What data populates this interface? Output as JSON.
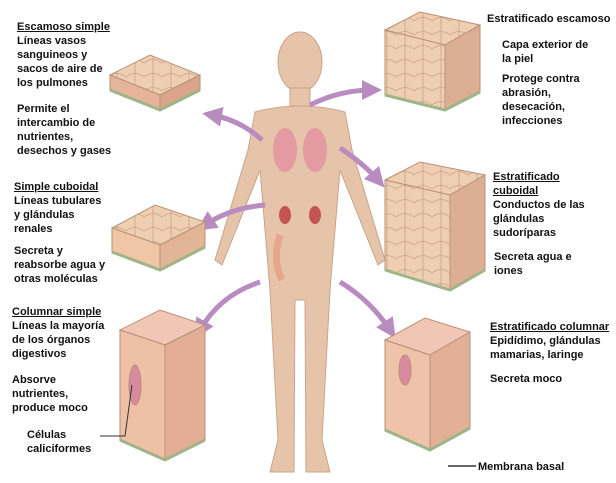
{
  "colors": {
    "arrow": "#b98cc0",
    "skin": "#e8c9b0",
    "tissue": "#efc7a6",
    "basal": "#b9c7a0"
  },
  "panels": {
    "simple_squamous": {
      "title": "Escamoso simple",
      "location": "Líneas vasos\nsanguineos y\nsacos de aire de\nlos pulmones",
      "function": "Permite el\nintercambio de\nnutrientes,\ndesechos y gases"
    },
    "stratified_squamous": {
      "title": "Estratificado escamoso",
      "location": "Capa exterior de\nla piel",
      "function": "Protege contra\nabrasión,\ndesecación,\ninfecciones"
    },
    "simple_cuboidal": {
      "title": "Simple cuboidal",
      "location": "Líneas tubulares\ny glándulas\nrenales",
      "function": "Secreta y\nreabsorbe agua y\notras moléculas"
    },
    "stratified_cuboidal": {
      "title": "Estratificado\ncuboidal",
      "location": "Conductos de las\nglándulas\nsudoríparas",
      "function": "Secreta agua e\niones"
    },
    "simple_columnar": {
      "title": "Columnar simple",
      "location": "Líneas la mayoría\nde los órganos\ndigestivos",
      "function": "Absorve\nnutrientes,\nproduce moco",
      "callout": "Células\ncaliciformes"
    },
    "stratified_columnar": {
      "title": "Estratificado columnar",
      "location": "Epidídimo, glándulas\nmamarias, laringe",
      "function": "Secreta moco",
      "callout": "Membrana basal"
    }
  }
}
